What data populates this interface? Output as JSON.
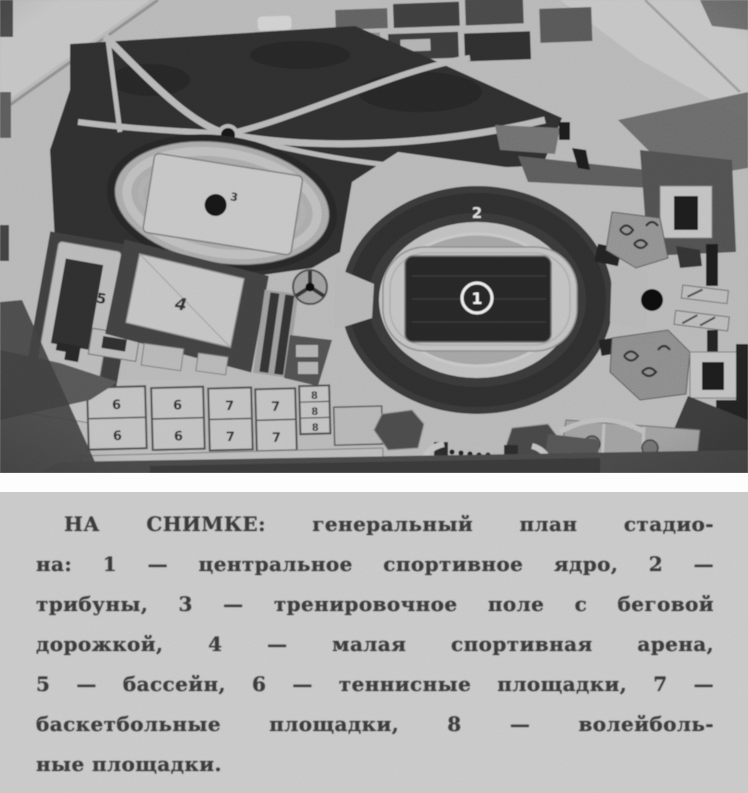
{
  "photo": {
    "labels": {
      "core": "1",
      "stands": "2",
      "training": "3",
      "arena": "4",
      "pool": "5",
      "tennis": "6",
      "basketball": "7",
      "volleyball": "8"
    }
  },
  "caption": {
    "lines": [
      "НА СНИМКЕ: генеральный план стадио-",
      "на: 1 — центральное спортивное ядро, 2 —",
      "трибуны, 3 — тренировочное поле с беговой",
      "дорожкой, 4 — малая спортивная арена,",
      "5 — бассейн, 6 — теннисные площадки, 7 —",
      "баскетбольные площадки, 8 — волейболь-",
      "ные площадки."
    ]
  }
}
